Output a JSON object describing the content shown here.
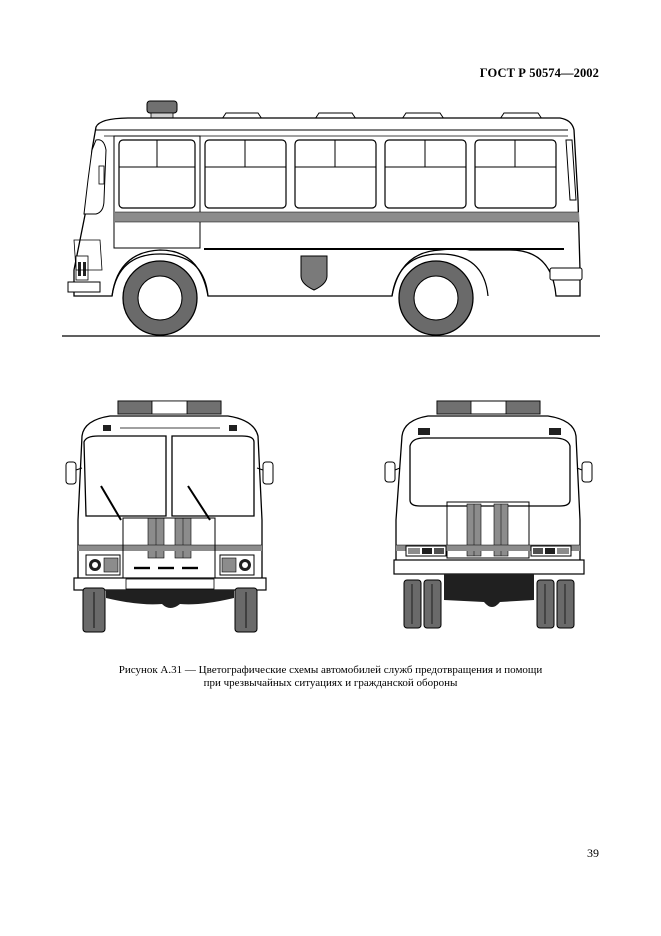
{
  "document": {
    "standard_code": "ГОСТ Р 50574—2002",
    "page_number": "39"
  },
  "figure": {
    "caption_line_1": "Рисунок А.31 — Цветографические схемы автомобилей служб предотвращения и помощи",
    "caption_line_2": "при чрезвычайных ситуациях и гражданской обороны",
    "colors": {
      "stripe": "#8c8c8c",
      "tire": "#6a6a6a",
      "dark": "#202020",
      "light_bar_side": "#707070",
      "light_bar_center": "#ffffff",
      "line": "#000000"
    }
  }
}
